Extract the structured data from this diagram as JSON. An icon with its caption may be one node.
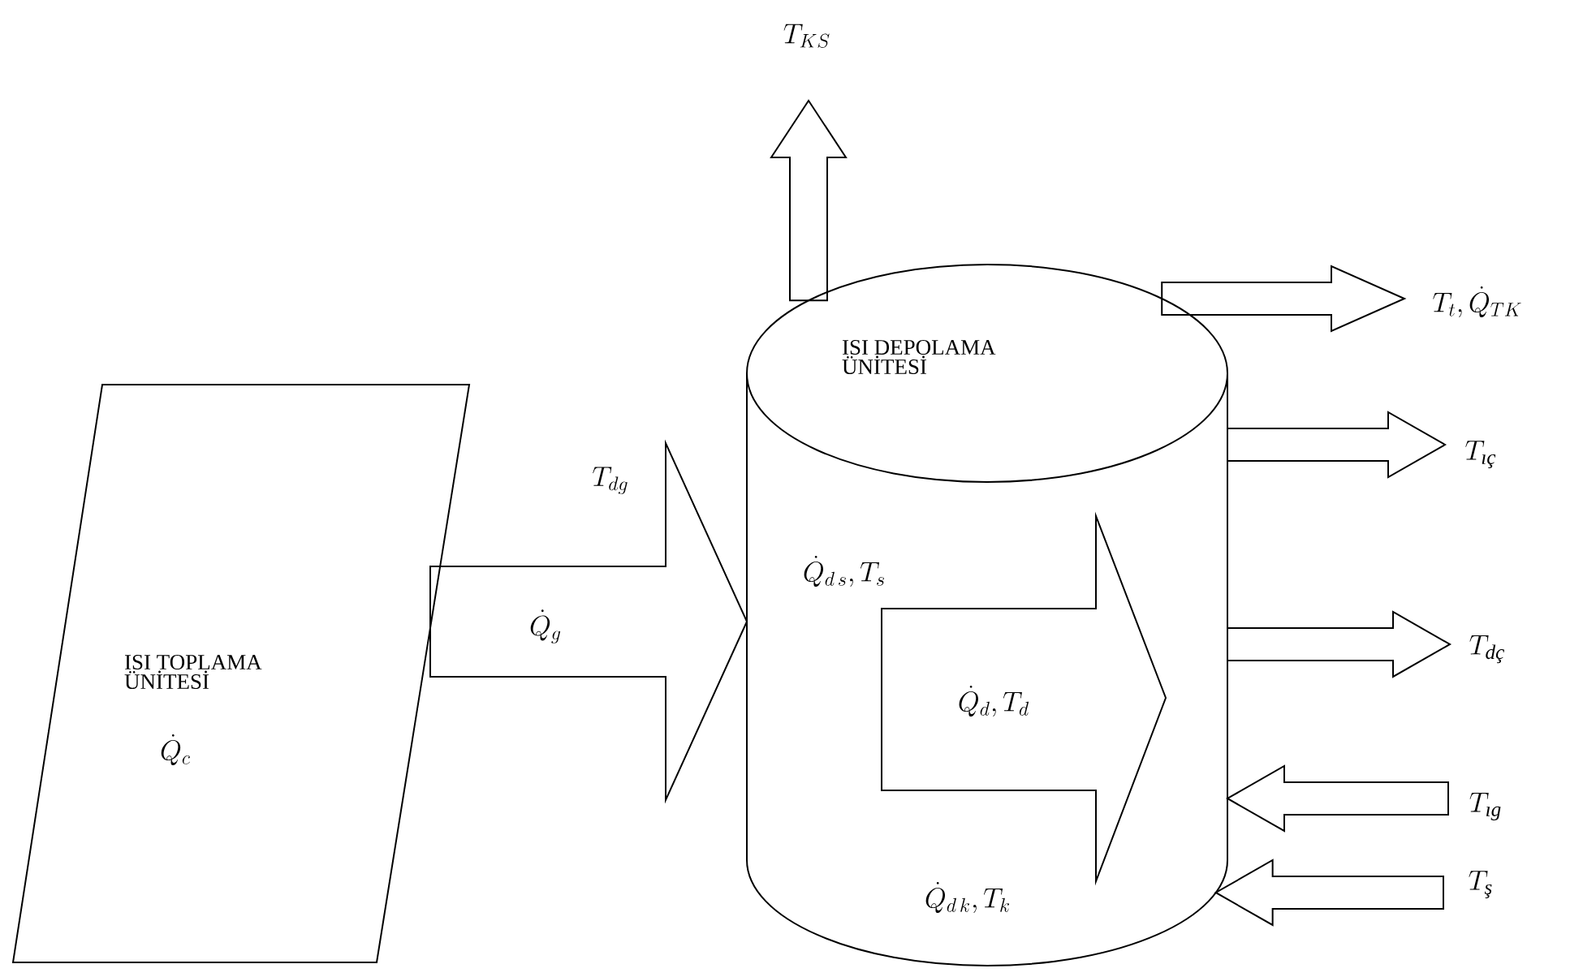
{
  "diagram": {
    "nodes": [
      {
        "text": [
          "ISI TOPLAMA ÜNİTESİ",
          "\\dot{Q}_{c}"
        ]
      },
      {
        "text": [
          "ISI DEPOLAMA ÜNİTESİ",
          "\\dot{Q}_{d\\,s},T_{s}",
          "\\dot{Q}_{d\\,k},T_{k}"
        ]
      },
      {
        "text": [
          "\\dot{Q}_{d},T_{d}"
        ],
        "in": 1
      },
      {
        "text": [
          "T_{KS}"
        ]
      },
      {
        "text": [
          "T_{t},\\dot{Q}_{TK}"
        ]
      },
      {
        "text": [
          "T_{\\text{\\itshape ıç}}"
        ]
      },
      {
        "text": [
          "T_{\\text{\\itshape dç}}"
        ]
      },
      {
        "text": [
          "T_{\\text{\\itshape ıg}}"
        ]
      },
      {
        "text": [
          "T_{\\text{\\itshape ş}}"
        ]
      }
    ],
    "edges": [
      {
        "from": 0,
        "to": 1,
        "arrow": "to",
        "label": "\\dot{Q}_{g}"
      },
      {
        "from": 1,
        "to": 3,
        "arrow": "to"
      },
      {
        "from": 1,
        "to": 4,
        "arrow": "to"
      },
      {
        "from": 1,
        "to": 5,
        "arrow": "to"
      },
      {
        "from": 1,
        "to": 6,
        "arrow": "to"
      },
      {
        "from": 7,
        "to": 1,
        "arrow": "to"
      },
      {
        "from": 8,
        "to": 1,
        "arrow": "to"
      }
    ],
    "labels": [
      "T_{dg}"
    ]
  }
}
